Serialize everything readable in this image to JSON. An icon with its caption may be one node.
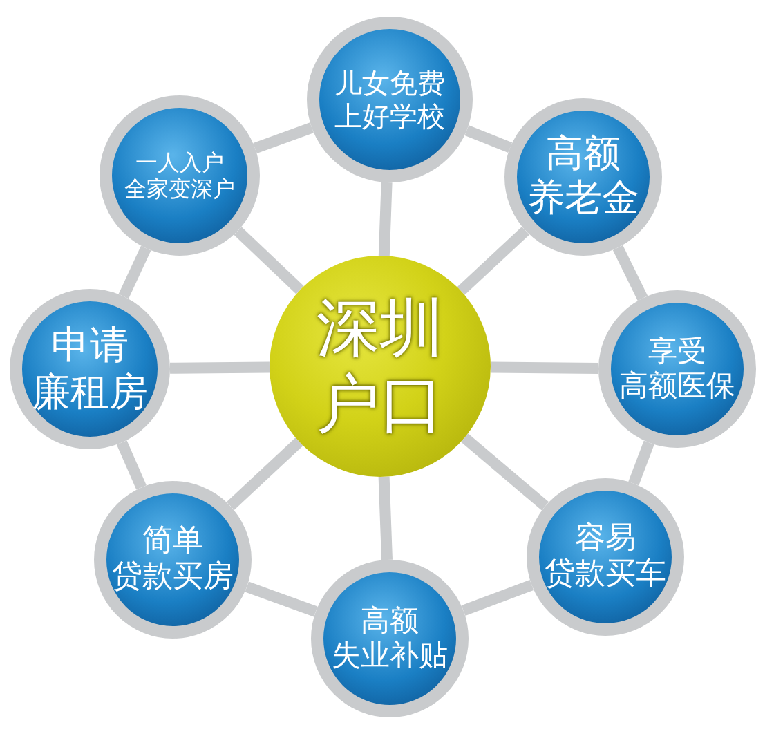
{
  "diagram": {
    "nodes": [
      {
        "text": [
          "深圳户口"
        ]
      },
      {
        "text": [
          "儿女免费上好学校"
        ]
      },
      {
        "text": [
          "高额养老金"
        ]
      },
      {
        "text": [
          "享受高额医保"
        ]
      },
      {
        "text": [
          "容易贷款买车"
        ]
      },
      {
        "text": [
          "高额失业补贴"
        ]
      },
      {
        "text": [
          "简单贷款买房"
        ]
      },
      {
        "text": [
          "申请廉租房"
        ]
      },
      {
        "text": [
          "一人入户全家变深户"
        ]
      }
    ],
    "edges": [
      {
        "from": 0,
        "to": 1,
        "arrow": "none"
      },
      {
        "from": 0,
        "to": 2,
        "arrow": "none"
      },
      {
        "from": 0,
        "to": 3,
        "arrow": "none"
      },
      {
        "from": 0,
        "to": 4,
        "arrow": "none"
      },
      {
        "from": 0,
        "to": 5,
        "arrow": "none"
      },
      {
        "from": 0,
        "to": 6,
        "arrow": "none"
      },
      {
        "from": 0,
        "to": 7,
        "arrow": "none"
      },
      {
        "from": 0,
        "to": 8,
        "arrow": "none"
      },
      {
        "from": 1,
        "to": 2,
        "arrow": "none"
      },
      {
        "from": 2,
        "to": 3,
        "arrow": "none"
      },
      {
        "from": 3,
        "to": 4,
        "arrow": "none"
      },
      {
        "from": 4,
        "to": 5,
        "arrow": "none"
      },
      {
        "from": 5,
        "to": 6,
        "arrow": "none"
      },
      {
        "from": 6,
        "to": 7,
        "arrow": "none"
      },
      {
        "from": 7,
        "to": 8,
        "arrow": "none"
      },
      {
        "from": 8,
        "to": 1,
        "arrow": "none"
      }
    ]
  }
}
